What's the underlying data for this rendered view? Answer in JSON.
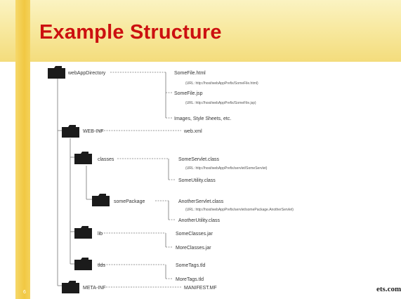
{
  "title": "Example Structure",
  "slide_number": "6",
  "footer_text": "ets.com",
  "tree": {
    "root": {
      "name": "webAppDirectory",
      "files": [
        {
          "name": "SomeFile.html",
          "url": "(URL: http://host/webAppPrefix/SomeFile.html)"
        },
        {
          "name": "SomeFile.jsp",
          "url": "(URL: http://host/webAppPrefix/SomeFile.jsp)"
        },
        {
          "name": "Images, Style Sheets, etc."
        }
      ]
    },
    "webinf": {
      "name": "WEB-INF",
      "file": "web.xml"
    },
    "classes": {
      "name": "classes",
      "files": [
        {
          "name": "SomeServlet.class",
          "url": "(URL: http://host/webAppPrefix/servlet/SomeServlet)"
        },
        {
          "name": "SomeUtility.class"
        }
      ]
    },
    "somePackage": {
      "name": "somePackage",
      "files": [
        {
          "name": "AnotherServlet.class",
          "url": "(URL: http://host/webAppPrefix/servlet/somePackage.AnotherServlet)"
        },
        {
          "name": "AnotherUtility.class"
        }
      ]
    },
    "lib": {
      "name": "lib",
      "files": [
        "SomeClasses.jar",
        "MoreClasses.jar"
      ]
    },
    "tlds": {
      "name": "tlds",
      "files": [
        "SomeTags.tld",
        "MoreTags.tld"
      ]
    },
    "metainf": {
      "name": "META-INF",
      "file": "MANIFEST.MF"
    }
  }
}
